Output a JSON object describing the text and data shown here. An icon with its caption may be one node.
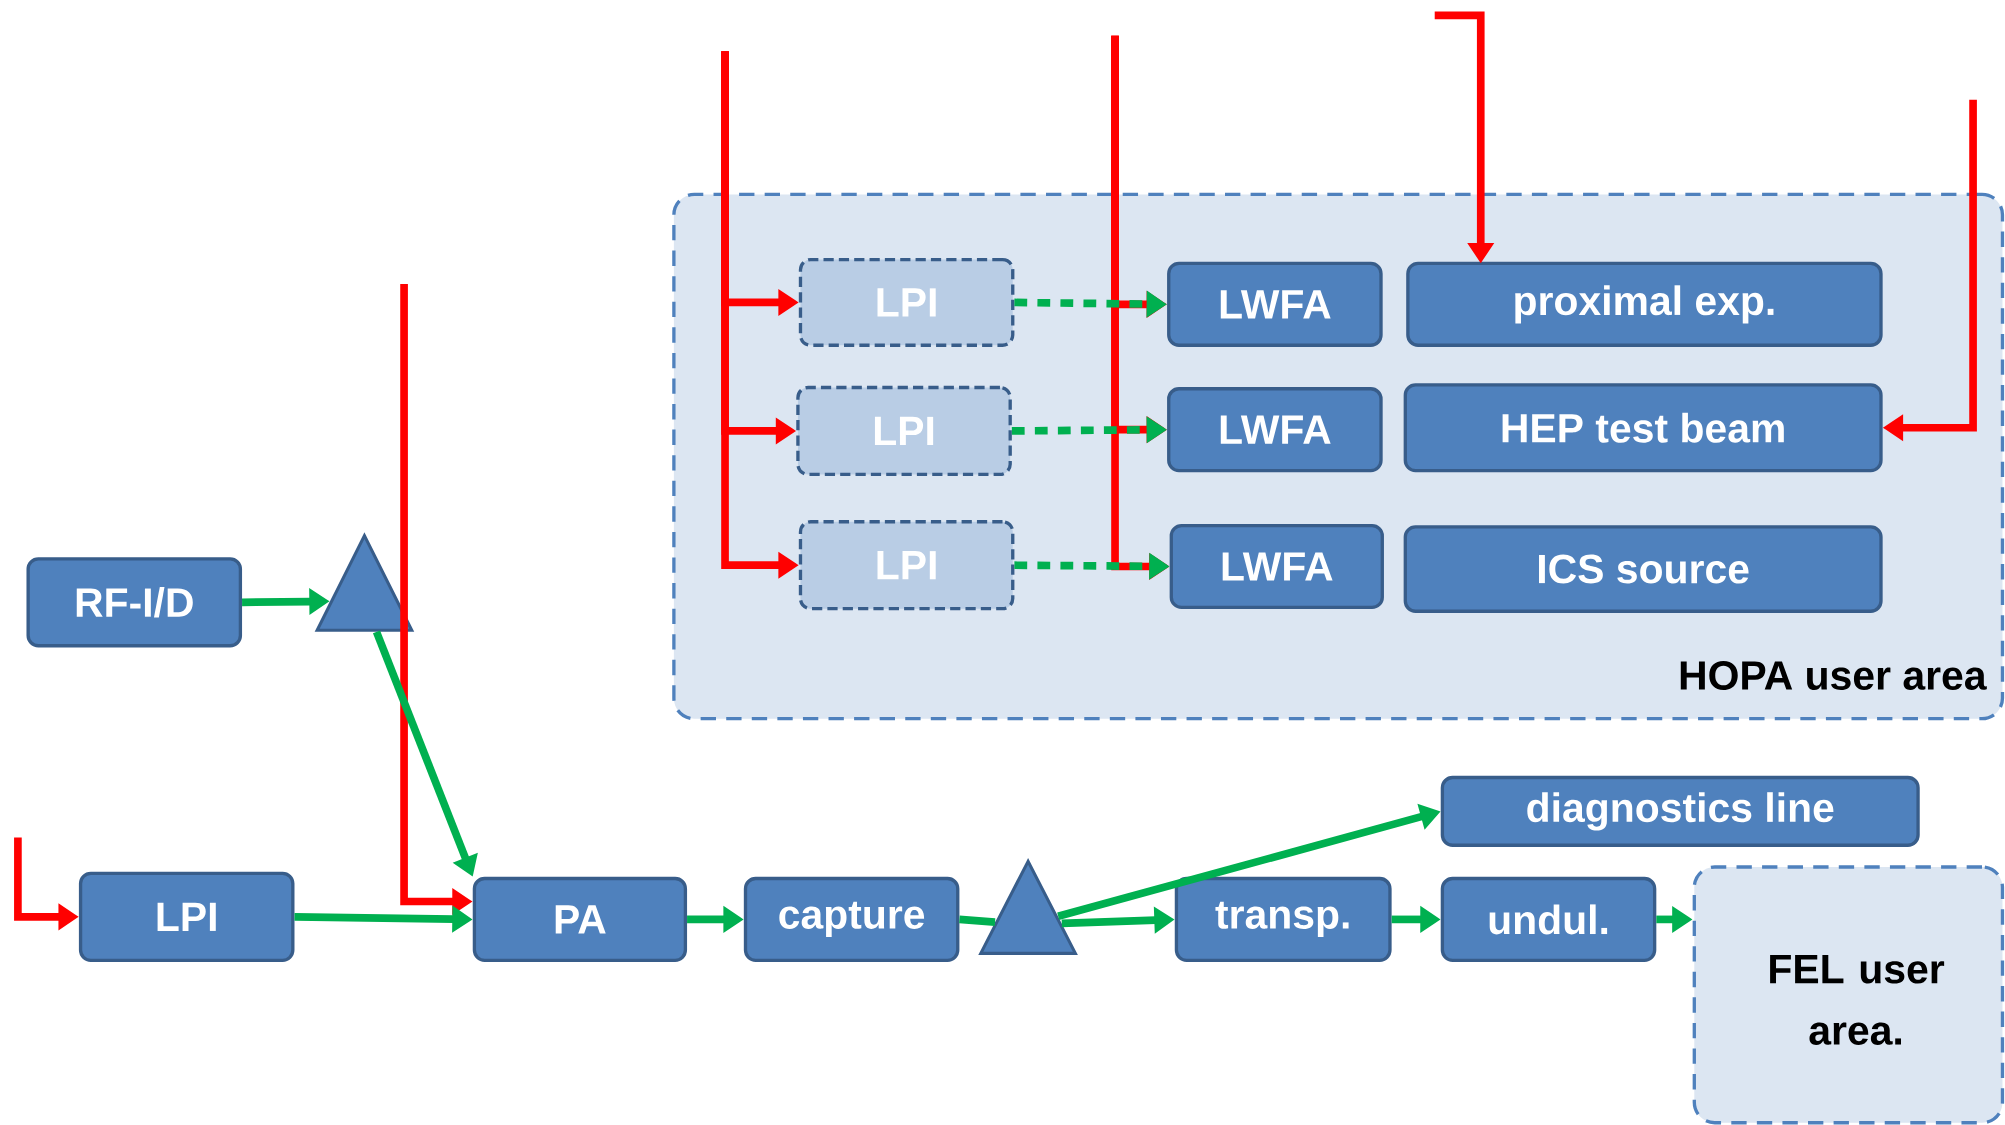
{
  "diagram": {
    "nodes": [
      {
        "text": [
          "HOPA user area"
        ]
      },
      {
        "text": [
          "LPI"
        ],
        "in": 0
      },
      {
        "text": [
          "LWFA"
        ],
        "in": 0
      },
      {
        "text": [
          "proximal exp."
        ],
        "in": 0
      },
      {
        "text": [
          "LPI"
        ],
        "in": 0
      },
      {
        "text": [
          "LWFA"
        ],
        "in": 0
      },
      {
        "text": [
          "HEP test beam"
        ],
        "in": 0
      },
      {
        "text": [
          "LPI"
        ],
        "in": 0
      },
      {
        "text": [
          "LWFA"
        ],
        "in": 0
      },
      {
        "text": [
          "ICS source"
        ],
        "in": 0
      },
      {
        "text": [
          "RF-I/D"
        ]
      },
      {
        "text": [],
        "shape": "triangle"
      },
      {
        "text": [
          "LPI"
        ]
      },
      {
        "text": [
          "PA"
        ]
      },
      {
        "text": [
          "capture"
        ]
      },
      {
        "text": [],
        "shape": "triangle"
      },
      {
        "text": [
          "diagnostics line"
        ]
      },
      {
        "text": [
          "transp."
        ]
      },
      {
        "text": [
          "undul."
        ]
      },
      {
        "text": [
          "FEL user area."
        ]
      }
    ],
    "edges": [
      {
        "from": null,
        "to": 1,
        "arrow": "to",
        "color": "#ff0000"
      },
      {
        "from": null,
        "to": 4,
        "arrow": "to",
        "color": "#ff0000"
      },
      {
        "from": null,
        "to": 7,
        "arrow": "to",
        "color": "#ff0000"
      },
      {
        "from": null,
        "to": 2,
        "arrow": "to",
        "color": "#ff0000"
      },
      {
        "from": null,
        "to": 5,
        "arrow": "to",
        "color": "#ff0000"
      },
      {
        "from": null,
        "to": 8,
        "arrow": "to",
        "color": "#ff0000"
      },
      {
        "from": null,
        "to": 3,
        "arrow": "to",
        "color": "#ff0000"
      },
      {
        "from": null,
        "to": 6,
        "arrow": "to",
        "color": "#ff0000"
      },
      {
        "from": null,
        "to": 13,
        "arrow": "to",
        "color": "#ff0000"
      },
      {
        "from": null,
        "to": 12,
        "arrow": "to",
        "color": "#ff0000"
      },
      {
        "from": 1,
        "to": 2,
        "arrow": "to",
        "style": "dashed",
        "color": "#00b050"
      },
      {
        "from": 4,
        "to": 5,
        "arrow": "to",
        "style": "dashed",
        "color": "#00b050"
      },
      {
        "from": 7,
        "to": 8,
        "arrow": "to",
        "style": "dashed",
        "color": "#00b050"
      },
      {
        "from": 10,
        "to": 11,
        "arrow": "to",
        "color": "#00b050"
      },
      {
        "from": 11,
        "to": 13,
        "arrow": "to",
        "color": "#00b050"
      },
      {
        "from": 12,
        "to": 13,
        "arrow": "to",
        "color": "#00b050"
      },
      {
        "from": 13,
        "to": 14,
        "arrow": "to",
        "color": "#00b050"
      },
      {
        "from": 14,
        "to": 15,
        "arrow": "none",
        "color": "#00b050"
      },
      {
        "from": 15,
        "to": 16,
        "arrow": "to",
        "color": "#00b050"
      },
      {
        "from": 15,
        "to": 17,
        "arrow": "to",
        "color": "#00b050"
      },
      {
        "from": 17,
        "to": 18,
        "arrow": "to",
        "color": "#00b050"
      },
      {
        "from": 18,
        "to": 19,
        "arrow": "to",
        "color": "#00b050"
      }
    ]
  }
}
